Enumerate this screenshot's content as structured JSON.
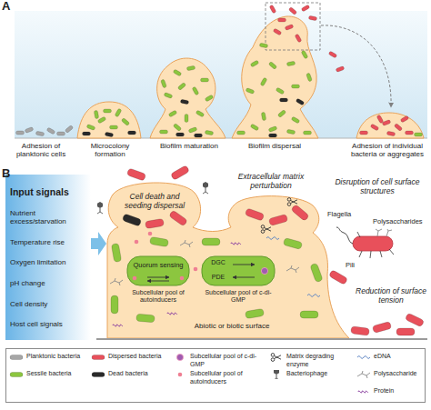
{
  "diagram": {
    "nodes": [
      {
        "text": [
          "Input signals",
          "Nutrient excess/starvation",
          "Temperature rise",
          "Oxygen limitation",
          "pH change",
          "Cell density",
          "Host cell signals"
        ]
      }
    ],
    "labels": [
      "A",
      "Adhesion of planktonic cells",
      "Microcolony formation",
      "Biofilm maturation",
      "Biofilm dispersal",
      "Adhesion of individual bacteria or aggregates",
      "B",
      "Cell death and seeding dispersal",
      "Extracellular matrix perturbation",
      "Disruption of cell surface structures",
      "Flagella",
      "Polysaccharides",
      "Pili",
      "Quorum sensing",
      "Subcellular pool of autoinducers",
      "DGC",
      "PDE",
      "Subcellular pool of c-di-GMP",
      "Reduction of surface tension",
      "Abiotic or biotic surface"
    ],
    "legend": [
      {
        "text": "Planktonic bacteria",
        "color": "#a6a6a6"
      },
      {
        "text": "Dispersed bacteria",
        "color": "#e8505b"
      },
      {
        "text": "Subcellular pool of c-di-GMP"
      },
      {
        "text": "Matrix degrading enzyme"
      },
      {
        "text": "eDNA"
      },
      {
        "text": "Sessile bacteria",
        "color": "#8cc63f"
      },
      {
        "text": "Dead bacteria",
        "color": "#2a2a2a"
      },
      {
        "text": "Subcellular pool of autoinducers"
      },
      {
        "text": "Bacteriophage"
      },
      {
        "text": "Polysaccharide"
      },
      {
        "text": "Protein"
      }
    ]
  }
}
